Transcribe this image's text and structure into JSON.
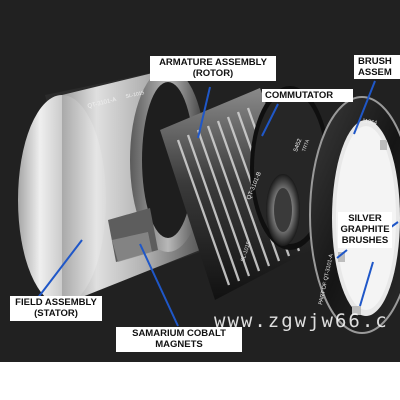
{
  "labels": {
    "armature_line1": "ARMATURE ASSEMBLY",
    "armature_line2": "(ROTOR)",
    "commutator": "COMMUTATOR",
    "brush_line1": "BRUSH",
    "brush_line2": "ASSEM",
    "silver_line1": "SILVER",
    "silver_line2": "GRAPHITE",
    "silver_line3": "BRUSHES",
    "field_line1": "FIELD ASSEMBLY",
    "field_line2": "(STATOR)",
    "magnets_line1": "SAMARIUM COBALT",
    "magnets_line2": "MAGNETS"
  },
  "part_markings": {
    "stator": "QT-3101-A",
    "stator_sub": "SL-1015",
    "rotor": "QT-3101-B",
    "rotor_sub": "SL-1015",
    "rotor_code": "5452",
    "rotor_code2": "TRTA",
    "brush_ring": "PART OF QT-3101-A",
    "brush_code": "11364"
  },
  "watermark": "www.zgwjw66.c",
  "colors": {
    "metal_light": "#d9d9d9",
    "metal_dark": "#2a2a2a",
    "leader": "#1f57c8",
    "text": "#111111",
    "background": "#ffffff"
  }
}
